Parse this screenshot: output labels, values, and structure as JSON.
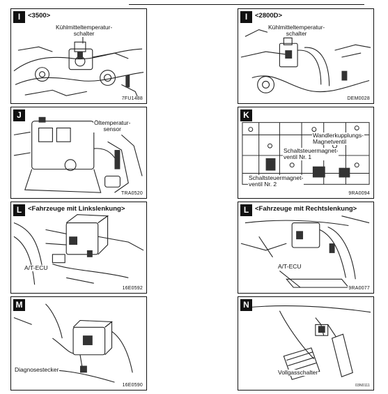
{
  "panels": [
    {
      "id": "I",
      "header": "<3500>",
      "labels": [
        "Kühlmitteltemperatur-",
        "schalter"
      ],
      "code": "7FU1488"
    },
    {
      "id": "I",
      "header": "<2800D>",
      "labels": [
        "Kühlmitteltemperatur-",
        "schalter"
      ],
      "code": "DEM0028"
    },
    {
      "id": "J",
      "header": "",
      "labels": [
        "Öltemperatur-",
        "sensor"
      ],
      "code": "TRA0520"
    },
    {
      "id": "K",
      "header": "",
      "labels": [
        "Wandlerkupplungs-",
        "Magnetventil",
        "Schaltsteuermagnet-",
        "ventil Nr. 1",
        "Schaltsteuermagnet-",
        "ventil Nr. 2"
      ],
      "code": "9RA0094"
    },
    {
      "id": "L",
      "header": "<Fahrzeuge mit Linkslenkung>",
      "labels": [
        "A/T-ECU"
      ],
      "code": "16E0592"
    },
    {
      "id": "L",
      "header": "<Fahrzeuge mit Rechtslenkung>",
      "labels": [
        "A/T-ECU"
      ],
      "code": "9RA0077"
    },
    {
      "id": "M",
      "header": "",
      "labels": [
        "Diagnosestecker"
      ],
      "code": "16E0590"
    },
    {
      "id": "N",
      "header": "",
      "labels": [
        "Vollgasschalter"
      ],
      "code": "03N0111"
    }
  ]
}
